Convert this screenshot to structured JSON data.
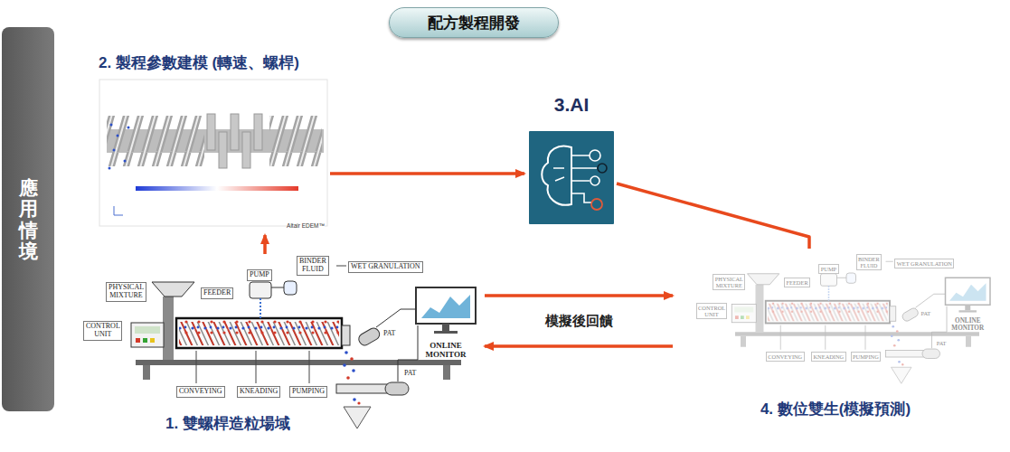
{
  "diagram": {
    "title": "配方製程開發",
    "nodes": [
      {
        "text": [
          "應用情境"
        ]
      },
      {
        "text": [
          "2. 製程參數建模 (轉速、螺桿)",
          "Altair EDEM™"
        ]
      },
      {
        "text": [
          "3.AI"
        ]
      },
      {
        "text": [
          "1. 雙螺桿造粒場域"
        ]
      },
      {
        "text": [
          "4. 數位雙生(模擬預測)"
        ]
      }
    ],
    "edges": [
      {
        "from": 3,
        "to": 1,
        "arrow": "to"
      },
      {
        "from": 1,
        "to": 2,
        "arrow": "to"
      },
      {
        "from": 2,
        "to": 4,
        "arrow": "none"
      },
      {
        "from": 3,
        "to": 4,
        "arrow": "to"
      },
      {
        "from": 4,
        "to": 3,
        "label": "模擬後回饋",
        "arrow": "to"
      }
    ],
    "labels": [
      "PHYSICAL MIXTURE",
      "FEEDER",
      "PUMP",
      "BINDER FLUID",
      "WET GRANULATION",
      "CONTROL UNIT",
      "CONVEYING",
      "KNEADING",
      "PUMPING",
      "PAT",
      "PAT",
      "ONLINE MONITOR",
      "PHYSICAL MIXTURE",
      "FEEDER",
      "PUMP",
      "BINDER FLUID",
      "WET GRANULATION",
      "CONTROL UNIT",
      "CONVEYING",
      "KNEADING",
      "PUMPING",
      "PAT",
      "PAT",
      "ONLINE MONITOR"
    ]
  }
}
